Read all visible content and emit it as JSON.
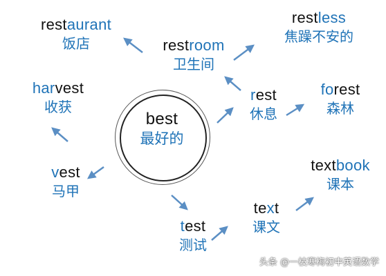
{
  "colors": {
    "highlight": "#1f73b7",
    "text": "#111111",
    "arrow": "#5b8fc4"
  },
  "center": {
    "en": "best",
    "zh": "最好的"
  },
  "words": {
    "restaurant": {
      "parts": [
        {
          "t": "rest",
          "h": false
        },
        {
          "t": "aurant",
          "h": true
        }
      ],
      "zh": "饭店"
    },
    "restroom": {
      "parts": [
        {
          "t": "rest",
          "h": false
        },
        {
          "t": "room",
          "h": true
        }
      ],
      "zh": "卫生间"
    },
    "restless": {
      "parts": [
        {
          "t": "rest",
          "h": false
        },
        {
          "t": "less",
          "h": true
        }
      ],
      "zh": "焦躁不安的"
    },
    "harvest": {
      "parts": [
        {
          "t": "har",
          "h": true
        },
        {
          "t": "vest",
          "h": false
        }
      ],
      "zh": "收获"
    },
    "rest": {
      "parts": [
        {
          "t": "r",
          "h": true
        },
        {
          "t": "est",
          "h": false
        }
      ],
      "zh": "休息"
    },
    "forest": {
      "parts": [
        {
          "t": "fo",
          "h": true
        },
        {
          "t": "rest",
          "h": false
        }
      ],
      "zh": "森林"
    },
    "vest": {
      "parts": [
        {
          "t": "v",
          "h": true
        },
        {
          "t": "est",
          "h": false
        }
      ],
      "zh": "马甲"
    },
    "textbook": {
      "parts": [
        {
          "t": "text",
          "h": false
        },
        {
          "t": "book",
          "h": true
        }
      ],
      "zh": "课本"
    },
    "text": {
      "parts": [
        {
          "t": "te",
          "h": false
        },
        {
          "t": "x",
          "h": true
        },
        {
          "t": "t",
          "h": false
        }
      ],
      "zh": "课文"
    },
    "test": {
      "parts": [
        {
          "t": "t",
          "h": true
        },
        {
          "t": "est",
          "h": false
        }
      ],
      "zh": "测试"
    }
  },
  "watermark": "头条 @一枝寒梅初中英语数学"
}
